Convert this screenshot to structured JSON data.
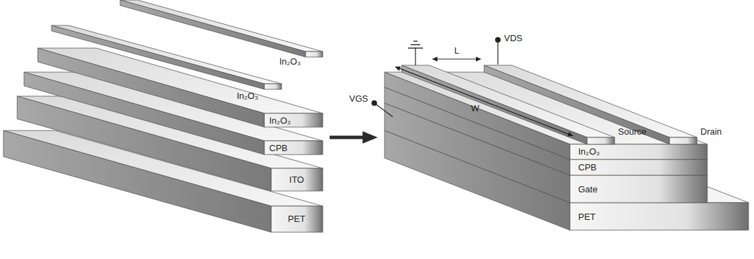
{
  "diagram": {
    "labels": [
      "In₂O₃",
      "In₂O₃",
      "In₂O₃",
      "CPB",
      "ITO",
      "PET",
      "VGS",
      "VDS",
      "L",
      "W",
      "Source",
      "Drain",
      "In₂O₃",
      "CPB",
      "Gate",
      "PET"
    ]
  }
}
